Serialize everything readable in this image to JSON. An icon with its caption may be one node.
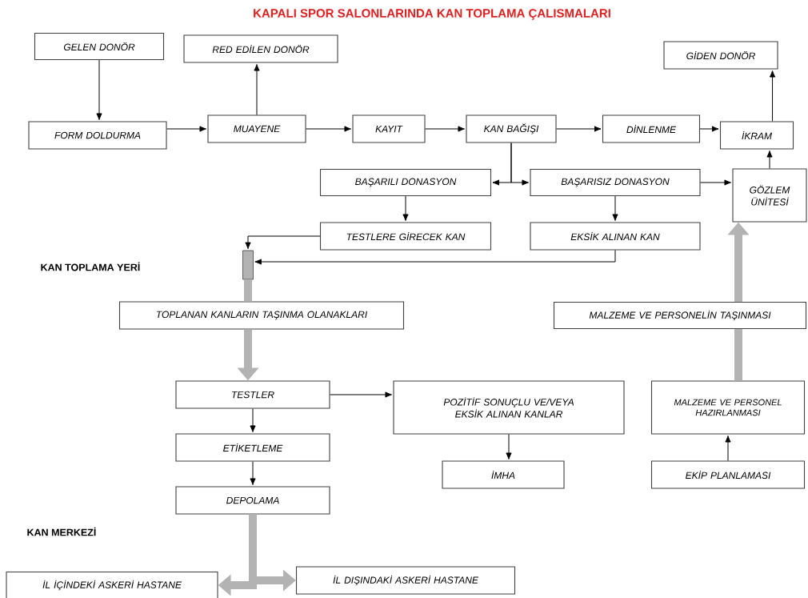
{
  "diagram": {
    "title": "KAPALI SPOR SALONLARINDA KAN TOPLAMA ÇALISMALARI",
    "nodes": [
      {
        "text": [
          "GELEN DONÖR"
        ]
      },
      {
        "text": [
          "RED EDİLEN DONÖR"
        ]
      },
      {
        "text": [
          "GİDEN DONÖR"
        ]
      },
      {
        "text": [
          "FORM DOLDURMA"
        ]
      },
      {
        "text": [
          "MUAYENE"
        ]
      },
      {
        "text": [
          "KAYIT"
        ]
      },
      {
        "text": [
          "KAN BAĞIŞI"
        ]
      },
      {
        "text": [
          "DİNLENME"
        ]
      },
      {
        "text": [
          "İKRAM"
        ]
      },
      {
        "text": [
          "BAŞARILI DONASYON"
        ]
      },
      {
        "text": [
          "BAŞARISIZ DONASYON"
        ]
      },
      {
        "text": [
          "GÖZLEM ÜNİTESİ"
        ]
      },
      {
        "text": [
          "TESTLERE GİRECEK KAN"
        ]
      },
      {
        "text": [
          "EKSİK ALINAN KAN"
        ]
      },
      {
        "text": [],
        "shape": "bar"
      },
      {
        "text": [
          "TOPLANAN KANLARIN TAŞINMA OLANAKLARI"
        ]
      },
      {
        "text": [
          "MALZEME VE PERSONELİN TAŞINMASI"
        ]
      },
      {
        "text": [
          "TESTLER"
        ]
      },
      {
        "text": [
          "POZİTİF SONUÇLU VE/VEYA EKSİK ALINAN KANLAR"
        ]
      },
      {
        "text": [
          "MALZEME VE PERSONEL HAZIRLANMASI"
        ]
      },
      {
        "text": [
          "ETİKETLEME"
        ]
      },
      {
        "text": [
          "İMHA"
        ]
      },
      {
        "text": [
          "EKİP PLANLAMASI"
        ]
      },
      {
        "text": [
          "DEPOLAMA"
        ]
      },
      {
        "text": [
          "İL İÇİNDEKİ ASKERİ HASTANE"
        ]
      },
      {
        "text": [
          "İL DIŞINDAKİ ASKERİ HASTANE"
        ]
      }
    ],
    "edges": [
      {
        "from": 0,
        "to": 3,
        "arrow": "to"
      },
      {
        "from": 4,
        "to": 1,
        "arrow": "to"
      },
      {
        "from": 3,
        "to": 4,
        "arrow": "to"
      },
      {
        "from": 4,
        "to": 5,
        "arrow": "to"
      },
      {
        "from": 5,
        "to": 6,
        "arrow": "to"
      },
      {
        "from": 6,
        "to": 7,
        "arrow": "to"
      },
      {
        "from": 7,
        "to": 8,
        "arrow": "to"
      },
      {
        "from": 8,
        "to": 2,
        "arrow": "to"
      },
      {
        "from": 11,
        "to": 8,
        "arrow": "to"
      },
      {
        "from": 6,
        "to": 9,
        "arrow": "to"
      },
      {
        "from": 6,
        "to": 10,
        "arrow": "to"
      },
      {
        "from": 10,
        "to": 11,
        "arrow": "to"
      },
      {
        "from": 9,
        "to": 12,
        "arrow": "to"
      },
      {
        "from": 10,
        "to": 13,
        "arrow": "to"
      },
      {
        "from": 12,
        "to": 14,
        "arrow": "to"
      },
      {
        "from": 13,
        "to": 14,
        "arrow": "to"
      },
      {
        "from": 14,
        "to": 15,
        "arrow": "none",
        "style": "thick",
        "color": "#b3b3b3"
      },
      {
        "from": 15,
        "to": 17,
        "arrow": "to",
        "style": "thick",
        "color": "#b3b3b3"
      },
      {
        "from": 19,
        "to": 16,
        "arrow": "none",
        "style": "thick",
        "color": "#b3b3b3"
      },
      {
        "from": 16,
        "to": 11,
        "arrow": "to",
        "style": "thick",
        "color": "#b3b3b3"
      },
      {
        "from": 17,
        "to": 18,
        "arrow": "to"
      },
      {
        "from": 17,
        "to": 20,
        "arrow": "to"
      },
      {
        "from": 18,
        "to": 21,
        "arrow": "to"
      },
      {
        "from": 22,
        "to": 19,
        "arrow": "to"
      },
      {
        "from": 20,
        "to": 23,
        "arrow": "to"
      },
      {
        "from": 23,
        "to": 24,
        "arrow": "to",
        "style": "thick",
        "color": "#b3b3b3"
      },
      {
        "from": 23,
        "to": 25,
        "arrow": "to",
        "style": "thick",
        "color": "#b3b3b3"
      }
    ],
    "labels": [
      "KAN TOPLAMA YERİ",
      "KAN MERKEZİ"
    ]
  }
}
